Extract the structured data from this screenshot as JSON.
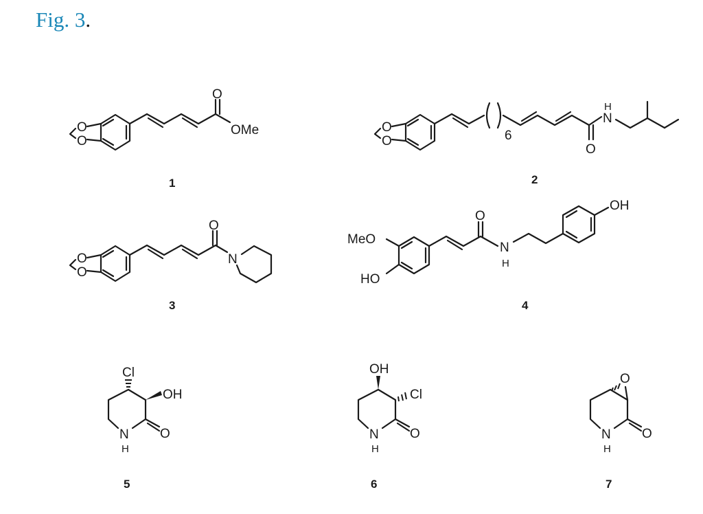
{
  "figure": {
    "title": "Fig. 3",
    "title_punct": ".",
    "title_color": "#1a87b7"
  },
  "atoms": {
    "O": "O",
    "OMe": "OMe",
    "MeO": "MeO",
    "N": "N",
    "H": "H",
    "OH": "OH",
    "HO": "HO",
    "Cl": "Cl",
    "repeat": "6"
  },
  "compounds": [
    {
      "label": "1"
    },
    {
      "label": "2"
    },
    {
      "label": "3"
    },
    {
      "label": "4"
    },
    {
      "label": "5"
    },
    {
      "label": "6"
    },
    {
      "label": "7"
    }
  ]
}
